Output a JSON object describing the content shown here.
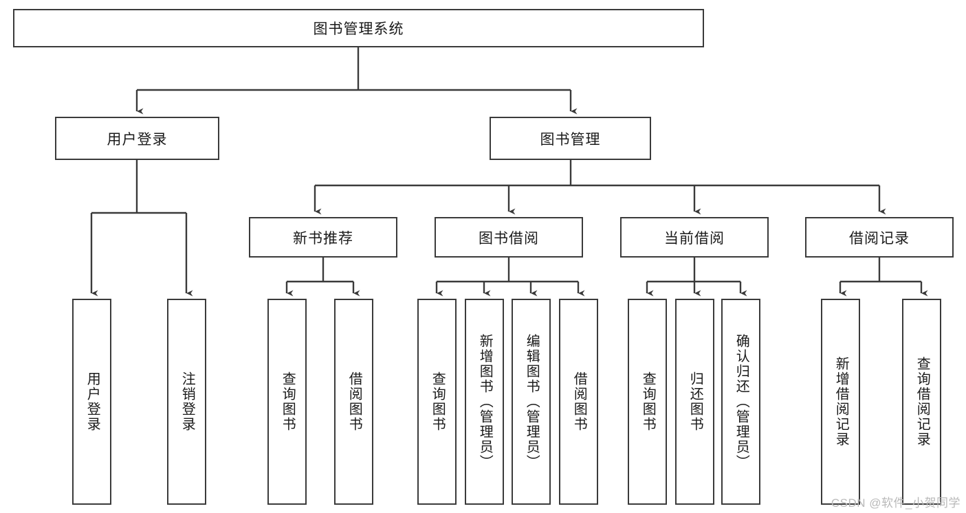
{
  "diagram": {
    "type": "tree-hierarchy",
    "title": "图书管理系统",
    "colors": {
      "box_border": "#3a3a3a",
      "box_fill": "#ffffff",
      "connector": "#3a3a3a",
      "text": "#1a1a1a",
      "watermark": "#b9b9b9",
      "background": "#ffffff"
    },
    "nodes": {
      "root": {
        "label": "图书管理系统"
      },
      "level1": [
        {
          "label": "用户登录"
        },
        {
          "label": "图书管理"
        }
      ],
      "level2": [
        {
          "label": "新书推荐"
        },
        {
          "label": "图书借阅"
        },
        {
          "label": "当前借阅"
        },
        {
          "label": "借阅记录"
        }
      ],
      "leaves": {
        "user_login": [
          {
            "label": "用户登录"
          },
          {
            "label": "注销登录"
          }
        ],
        "new_book_recommend": [
          {
            "label": "查询图书"
          },
          {
            "label": "借阅图书"
          }
        ],
        "book_borrow": [
          {
            "label": "查询图书"
          },
          {
            "label": "新增图书（管理员）"
          },
          {
            "label": "编辑图书（管理员）"
          },
          {
            "label": "借阅图书"
          }
        ],
        "current_borrow": [
          {
            "label": "查询图书"
          },
          {
            "label": "归还图书"
          },
          {
            "label": "确认归还（管理员）"
          }
        ],
        "borrow_record": [
          {
            "label": "新增借阅记录"
          },
          {
            "label": "查询借阅记录"
          }
        ]
      }
    },
    "watermark": "CSDN @软件_小贺同学"
  }
}
